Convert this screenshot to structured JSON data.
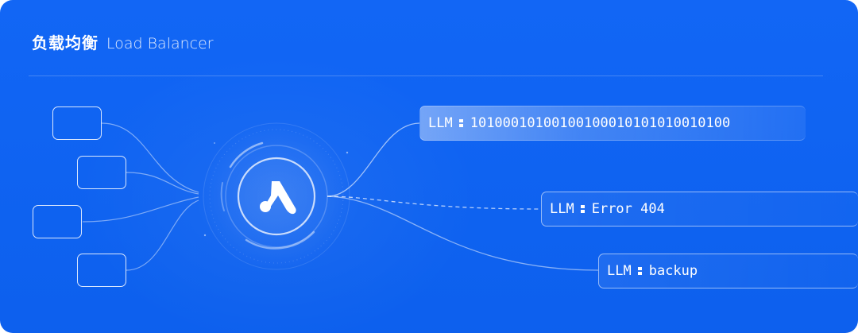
{
  "header": {
    "title_cn": "负载均衡",
    "title_en": "Load Balancer"
  },
  "clients": [
    {
      "id": "client-1"
    },
    {
      "id": "client-2"
    },
    {
      "id": "client-3"
    },
    {
      "id": "client-4"
    }
  ],
  "balancer": {
    "logo_icon": "a-shaped-logo-icon"
  },
  "outputs": [
    {
      "label": "LLM",
      "value": "10100010100100100010101010010100",
      "state": "active"
    },
    {
      "label": "LLM",
      "value": "Error 404",
      "state": "error"
    },
    {
      "label": "LLM",
      "value": "backup",
      "state": "backup"
    }
  ],
  "colors": {
    "background": "#0d63f5",
    "foreground": "#ffffff"
  }
}
